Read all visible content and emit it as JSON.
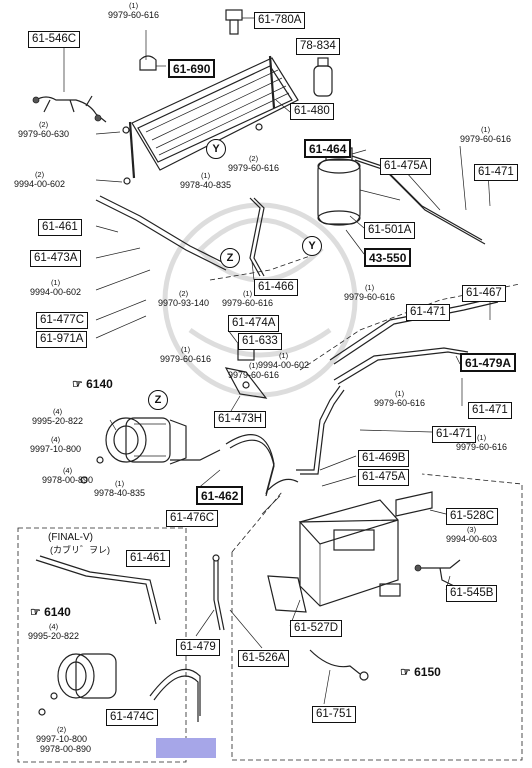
{
  "labels": {
    "p_61_546C": "61-546C",
    "p_61_780A": "61-780A",
    "p_61_690": "61-690",
    "p_78_834": "78-834",
    "p_61_480": "61-480",
    "p_61_464": "61-464",
    "p_61_475A_top": "61-475A",
    "p_61_471_tr": "61-471",
    "p_61_501A": "61-501A",
    "p_43_550": "43-550",
    "p_61_461": "61-461",
    "p_61_473A": "61-473A",
    "p_61_466": "61-466",
    "p_61_477C": "61-477C",
    "p_61_971A": "61-971A",
    "p_61_474A": "61-474A",
    "p_61_633": "61-633",
    "p_61_467": "61-467",
    "p_61_471_mid": "61-471",
    "p_61_479A": "61-479A",
    "p_61_473H": "61-473H",
    "p_61_471_r": "61-471",
    "p_61_471_c": "61-471",
    "p_61_469B": "61-469B",
    "p_61_475A_mid": "61-475A",
    "p_61_462": "61-462",
    "p_61_476C": "61-476C",
    "p_61_528C": "61-528C",
    "p_61_545B": "61-545B",
    "p_61_461_lower": "61-461",
    "p_61_479": "61-479",
    "p_61_527D": "61-527D",
    "p_61_526A": "61-526A",
    "p_61_474C": "61-474C",
    "p_61_751": "61-751"
  },
  "bolts": {
    "b1": {
      "code": "9979-60-616",
      "qty": "(1)"
    },
    "b2": {
      "code": "9979-60-630",
      "qty": "(2)"
    },
    "b3": {
      "code": "9994-00-602",
      "qty": "(2)"
    },
    "b4": {
      "code": "9979-60-616",
      "qty": "(2)"
    },
    "b5": {
      "code": "9978-40-835",
      "qty": "(1)"
    },
    "b6": {
      "code": "9979-60-616",
      "qty": "(1)"
    },
    "b7": {
      "code": "9994-00-602",
      "qty": "(1)"
    },
    "b8": {
      "code": "9970-93-140",
      "qty": "(2)"
    },
    "b9": {
      "code": "9979-60-616",
      "qty": "(1)"
    },
    "b10": {
      "code": "9979-60-616",
      "qty": "(1)"
    },
    "b11": {
      "code": "9979-60-616",
      "qty": "(1)"
    },
    "b12": {
      "code": "9994-00-602",
      "qty": "(1)"
    },
    "b13": {
      "code": "9979-60-616",
      "qty": "(1)"
    },
    "b14": {
      "code": "9995-20-822",
      "qty": "(4)"
    },
    "b15": {
      "code": "9997-10-800",
      "qty": "(4)"
    },
    "b16": {
      "code": "9978-00-890",
      "qty": "(4)"
    },
    "b17": {
      "code": "9978-40-835",
      "qty": "(1)"
    },
    "b18": {
      "code": "9979-60-616",
      "qty": "(1)"
    },
    "b19": {
      "code": "9994-00-603",
      "qty": "(3)"
    },
    "b20": {
      "code": "9995-20-822",
      "qty": "(4)"
    },
    "b21": {
      "code": "9997-10-800",
      "qty": "(2)"
    },
    "b22": {
      "code": "9978-00-890",
      "qty": ""
    },
    "b23": {
      "code": "9979-60-616",
      "qty": "(1)"
    }
  },
  "refs": {
    "r6140_top": "6140",
    "r6140_lower": "6140",
    "r6150": "6150",
    "ref_mark": "☞"
  },
  "circles": {
    "y1": "Y",
    "y2": "Y",
    "z1": "Z",
    "z2": "Z"
  },
  "notes": {
    "final_v": "(FINAL-V)",
    "final_v_jp": "(カブリ゛ヲレ)"
  },
  "colors": {
    "highlight": "#a6a6e8",
    "ink": "#111111"
  }
}
